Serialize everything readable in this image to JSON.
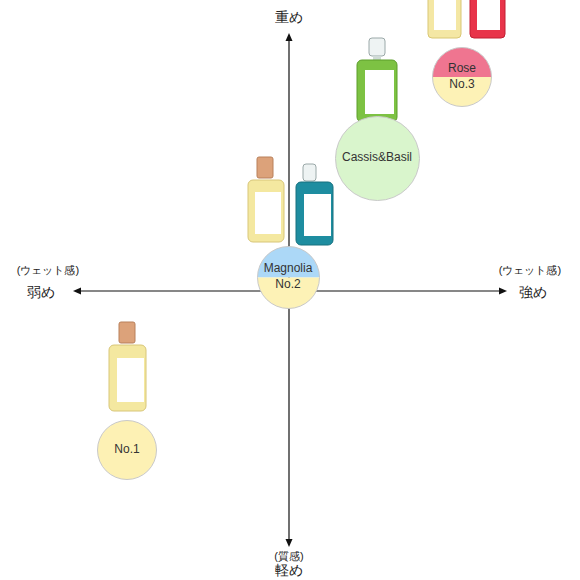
{
  "diagram": {
    "nodes": [
      {
        "text": [
          "Rose",
          "No.3"
        ]
      },
      {
        "text": [
          "Cassis&Basil"
        ]
      },
      {
        "text": [
          "Magnolia",
          "No.2"
        ]
      },
      {
        "text": [
          "No.1"
        ]
      }
    ],
    "labels": [
      "重め",
      "(ウェット感)",
      "弱め",
      "(ウェット感)",
      "強め",
      "(質感)",
      "軽め"
    ]
  }
}
